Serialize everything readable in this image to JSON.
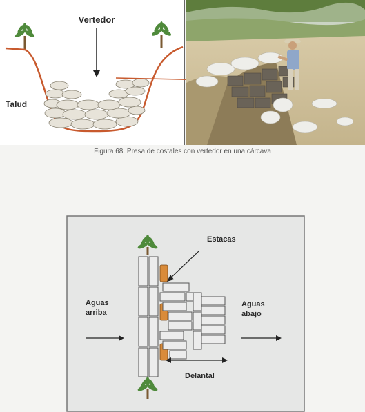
{
  "figure_top": {
    "label_weir": "Vertedor",
    "label_slope": "Talud"
  },
  "caption": "Figura 68. Presa de costales con vertedor en una cárcava",
  "figure_bottom": {
    "label_stakes": "Estacas",
    "label_upstream_1": "Aguas",
    "label_upstream_2": "arriba",
    "label_downstream_1": "Aguas",
    "label_downstream_2": "abajo",
    "label_apron": "Delantal"
  },
  "colors": {
    "sack": "#ececec",
    "stake": "#d98b3a",
    "panel": "#e6e7e6",
    "tree": "#4f8a3b"
  }
}
